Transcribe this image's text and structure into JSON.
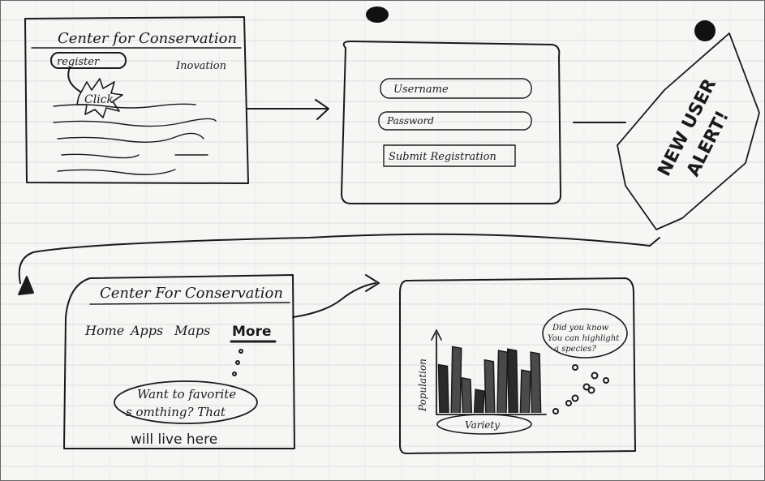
{
  "colors": {
    "paper": "#f6f6f4",
    "ink": "#1a1a1a",
    "rule": "#d8d8d8"
  },
  "frame1": {
    "title": "Center for Conservation",
    "register": "register",
    "subtitle": "Inovation",
    "click": "Click"
  },
  "frame2": {
    "username": "Username",
    "password": "Password",
    "submit": "Submit Registration"
  },
  "alert": {
    "line1": "NEW USER",
    "line2": "ALERT!"
  },
  "frame3": {
    "title": "Center For Conservation",
    "nav": [
      "Home",
      "Apps",
      "Maps",
      "More"
    ],
    "favorite_line1": "Want to favorite",
    "favorite_line2": "s omthing? That",
    "favorite_line3": "will live here"
  },
  "frame4": {
    "ylabel": "Population",
    "xlabel": "Variety",
    "tip_line1": "Did you know",
    "tip_line2": "You can highlight",
    "tip_line3": "a species?"
  },
  "chart_data": {
    "type": "bar",
    "title": "",
    "xlabel": "Variety",
    "ylabel": "Population",
    "categories": [
      "",
      "",
      "",
      "",
      "",
      "",
      "",
      "",
      ""
    ],
    "values": [
      0.62,
      0.85,
      0.45,
      0.3,
      0.68,
      0.8,
      0.82,
      0.55,
      0.78
    ],
    "ylim": [
      0,
      1
    ]
  }
}
